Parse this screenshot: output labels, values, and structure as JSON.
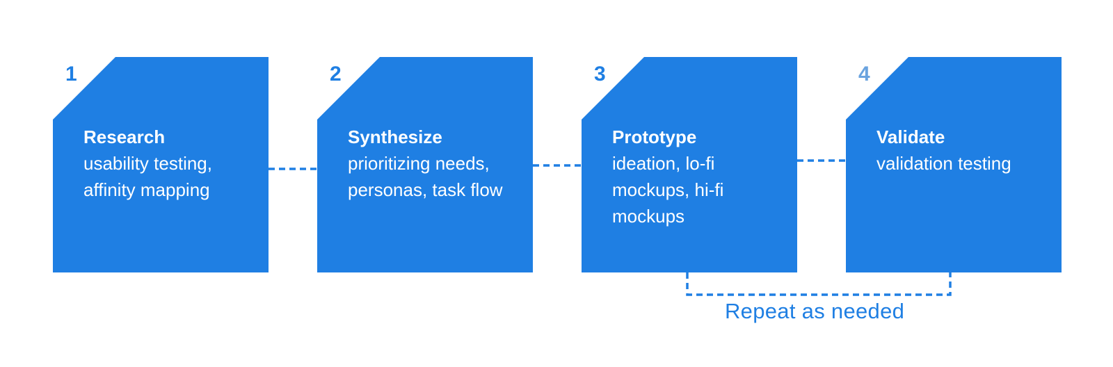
{
  "steps": [
    {
      "number": "1",
      "title": "Research",
      "desc": "usability testing, affinity mapping"
    },
    {
      "number": "2",
      "title": "Synthesize",
      "desc": "prioritizing needs, personas, task flow"
    },
    {
      "number": "3",
      "title": "Prototype",
      "desc": "ideation, lo-fi mockups, hi-fi mockups"
    },
    {
      "number": "4",
      "title": "Validate",
      "desc": "validation testing"
    }
  ],
  "loop": {
    "label": "Repeat as needed"
  },
  "colors": {
    "accent": "#1f7fe3",
    "faded_number": "#6aa3df",
    "background": "#ffffff"
  }
}
